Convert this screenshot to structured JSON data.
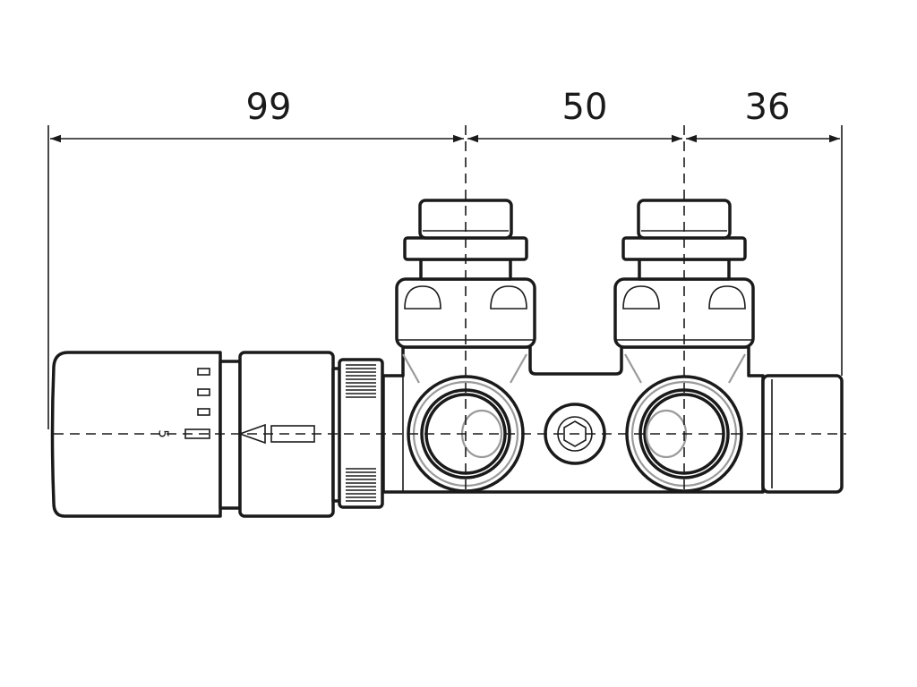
{
  "dimensions": {
    "left_span": "99",
    "middle_span": "50",
    "right_span": "36"
  },
  "knob": {
    "scale_label": "5"
  },
  "colors": {
    "line": "#1a1a1a",
    "highlight": "#9a9a9a",
    "background": "#ffffff"
  }
}
